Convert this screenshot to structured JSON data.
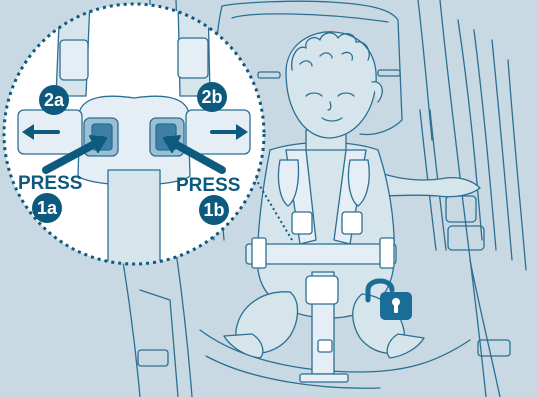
{
  "callouts": {
    "press_left": "PRESS",
    "press_right": "PRESS",
    "badge_1a": "1a",
    "badge_1b": "1b",
    "badge_2a": "2a",
    "badge_2b": "2b"
  },
  "icons": {
    "lock": "unlocked-padlock-icon"
  },
  "colors": {
    "background": "#c9d9e3",
    "line": "#2b6f93",
    "accent": "#0e5a7e",
    "button_dark": "#3f7fa4",
    "button_light": "#9bbfd4",
    "detail_bg": "#ffffff"
  }
}
